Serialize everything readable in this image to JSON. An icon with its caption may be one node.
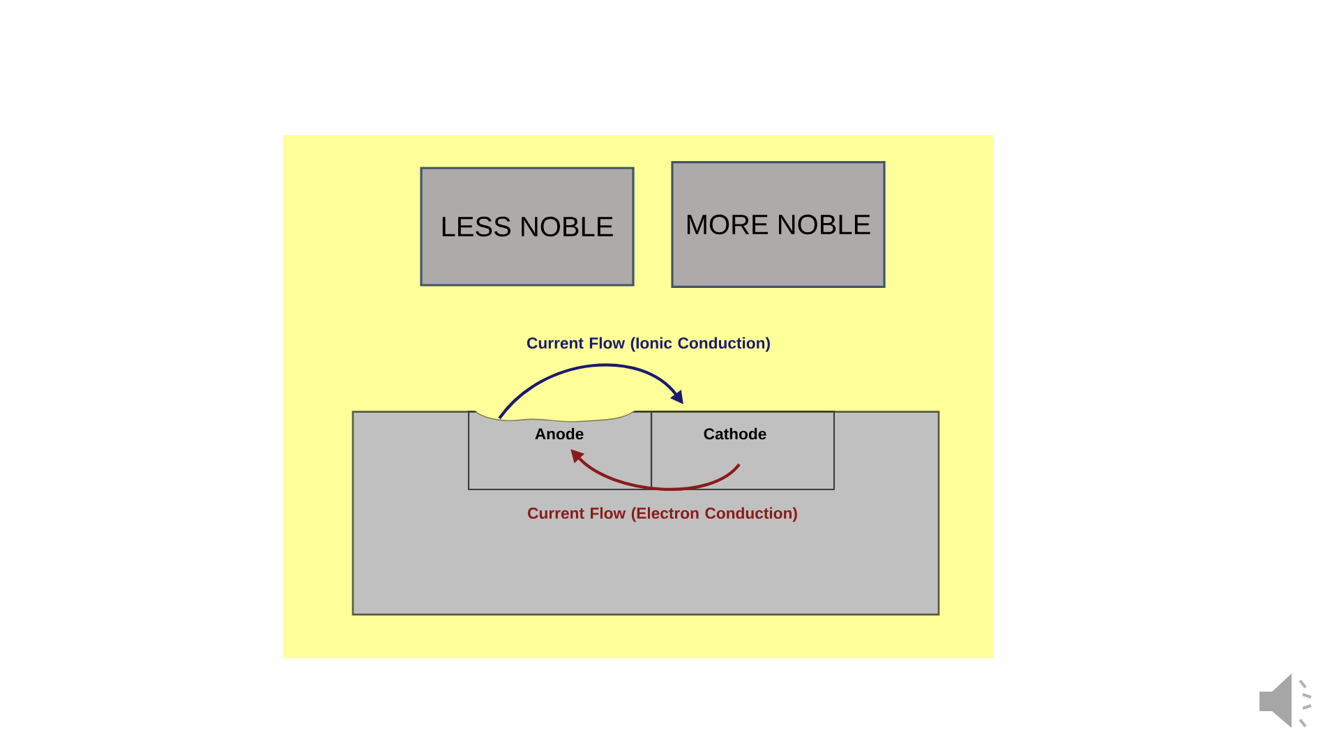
{
  "diagram": {
    "nodes": [
      {
        "text": [
          "LESS NOBLE"
        ]
      },
      {
        "text": [
          "MORE NOBLE"
        ]
      },
      {
        "text": [],
        "shape": "box"
      },
      {
        "text": [
          "Anode"
        ],
        "in": 2
      },
      {
        "text": [
          "Cathode"
        ],
        "in": 2
      }
    ],
    "edges": [
      {
        "from": 3,
        "to": 4,
        "arrow": "to",
        "label": "Current Flow (Ionic Conduction)",
        "color": "#1a1a6e"
      },
      {
        "from": 4,
        "to": 3,
        "arrow": "to",
        "label": "Current Flow (Electron Conduction)",
        "color": "#8b1a1a"
      }
    ]
  }
}
